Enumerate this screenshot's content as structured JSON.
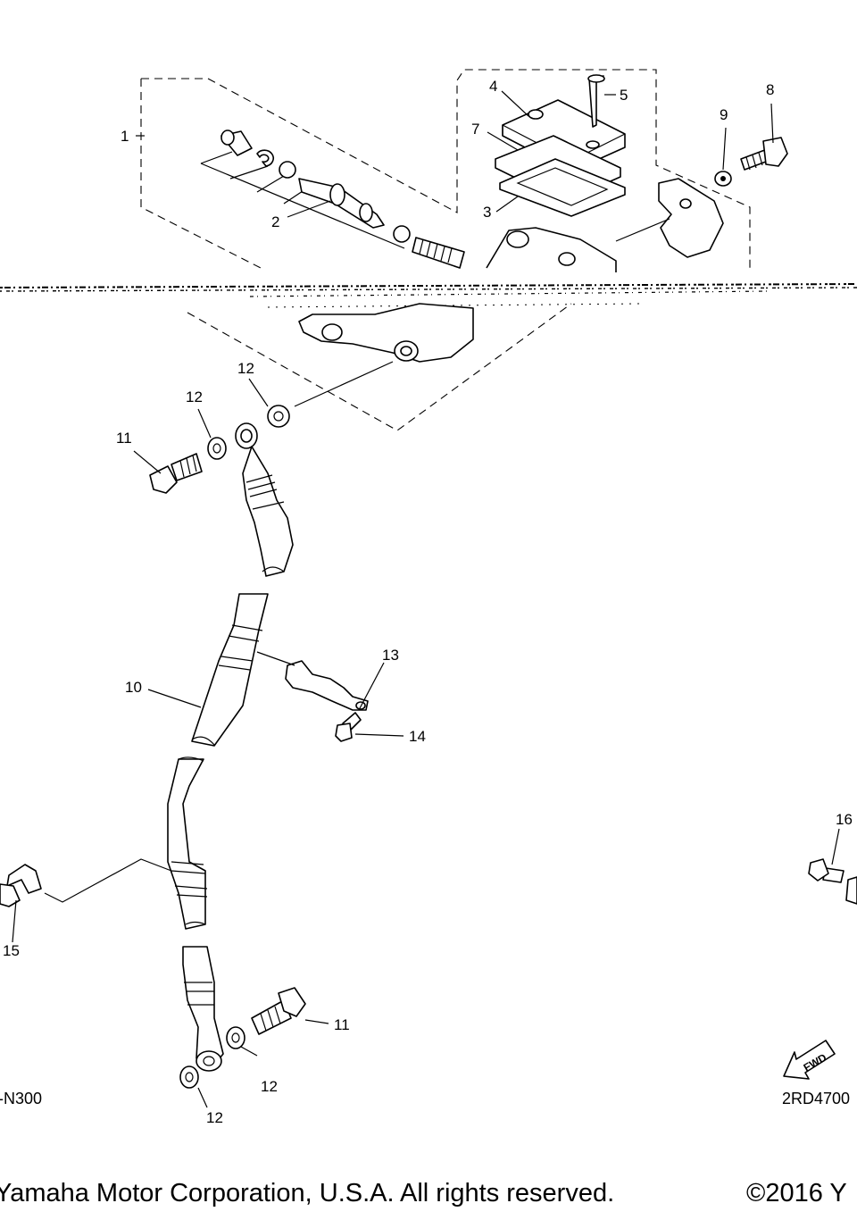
{
  "callouts": {
    "c1": "1",
    "c2": "2",
    "c3": "3",
    "c4": "4",
    "c5": "5",
    "c7": "7",
    "c8": "8",
    "c9": "9",
    "c10": "10",
    "c11a": "11",
    "c11b": "11",
    "c12a": "12",
    "c12b": "12",
    "c12c": "12",
    "c12d": "12",
    "c13": "13",
    "c14": "14",
    "c15": "15",
    "c16": "16"
  },
  "codes": {
    "left": "-N300",
    "right": "2RD4700"
  },
  "fwd_label": "FWD",
  "footer": {
    "left": "Yamaha Motor Corporation, U.S.A. All rights reserved.",
    "right": "©2016 Y"
  }
}
